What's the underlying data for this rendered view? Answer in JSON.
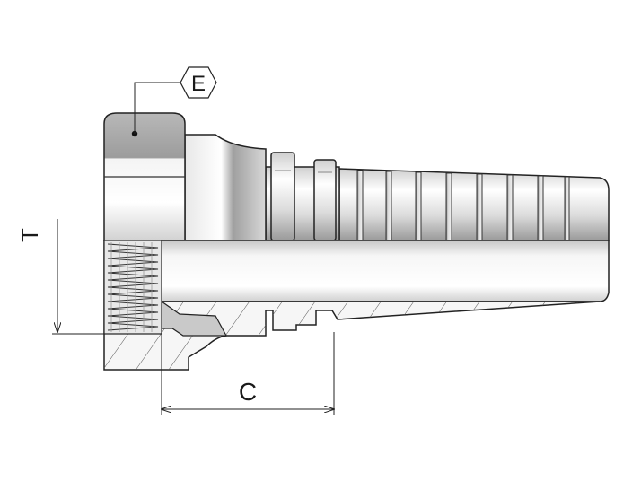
{
  "callouts": {
    "hex_label": "E",
    "thread_label": "T",
    "length_label": "C"
  },
  "colors": {
    "outline": "#222222",
    "body_light": "#f2f2f2",
    "body_mid": "#d4d4d4",
    "body_dark": "#8e8e8e",
    "hatch": "#555555"
  }
}
